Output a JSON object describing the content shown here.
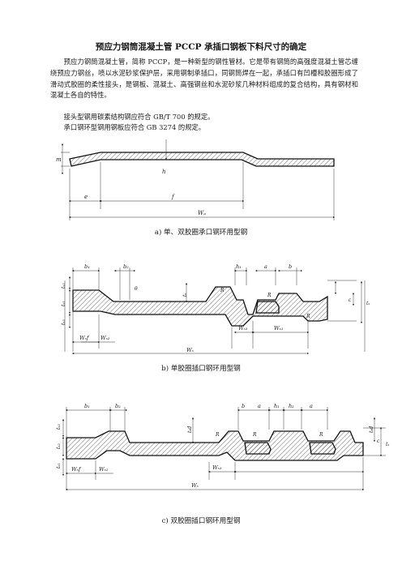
{
  "doc": {
    "title": "预应力钢筒混凝土管 PCCP 承插口钢板下料尺寸的确定",
    "paragraph": "预应力钢筒混凝土管，简称 PCCP，是一种新型的钢性管材。它是带有钢筒的高强度混凝土管芯缠绕预应力钢丝，喷以水泥砂浆保护层，采用钢制承插口，同钢筒焊在一起，承插口有凹槽和胶圈形成了滑动式胶圈的柔性接头，是钢板、混凝土、高强钢丝和水泥砂浆几种材料组成的复合结构，具有钢材和混凝土各自的特性。",
    "line1": "接头型钢用碳素结构钢应符合 GB/T 700 的规定。",
    "line2": "承口钢环型钢用钢板应符合 GB 3274 的规定。"
  },
  "figures": {
    "a": {
      "caption": "a)  单、双胶圈承口钢环用型钢",
      "labels": {
        "m": "m",
        "h": "h",
        "e": "e",
        "f": "f",
        "wa": "Wₐ"
      }
    },
    "b": {
      "caption": "b)  单胶圈插口钢环用型钢",
      "labels": {
        "b1": "b₁",
        "b2": "b₂",
        "h1": "h₁",
        "a": "a",
        "b": "b",
        "ts2": "tₛ₂",
        "ts1": "tₛ₁",
        "ts3": "tₛ₃",
        "tsd": "tₛ",
        "c": "c",
        "ts": "tₛ",
        "d": "d",
        "R": "R",
        "wsf": "Wₛf",
        "ws2": "Wₛ₂",
        "ws1": "Wₛ₁",
        "ws3": "Wₛ₃",
        "ws": "Wₛ",
        "theta": "θ"
      }
    },
    "c": {
      "caption": "c)  双胶圈插口钢环用型钢",
      "labels": {
        "b1": "b₁",
        "b2": "b₂",
        "b": "b",
        "a": "a",
        "h1": "h₁",
        "h2": "h₂",
        "ts3": "tₛ₃",
        "ts2": "tₛ₂",
        "ts1": "tₛ₁",
        "tsd": "tₛd",
        "c": "c",
        "ts": "tₛ",
        "d": "d",
        "R": "R",
        "wsf": "Wₛf",
        "ws2": "Wₛ₂",
        "ws3": "Wₛ₃",
        "ws": "Wₛ"
      }
    }
  }
}
